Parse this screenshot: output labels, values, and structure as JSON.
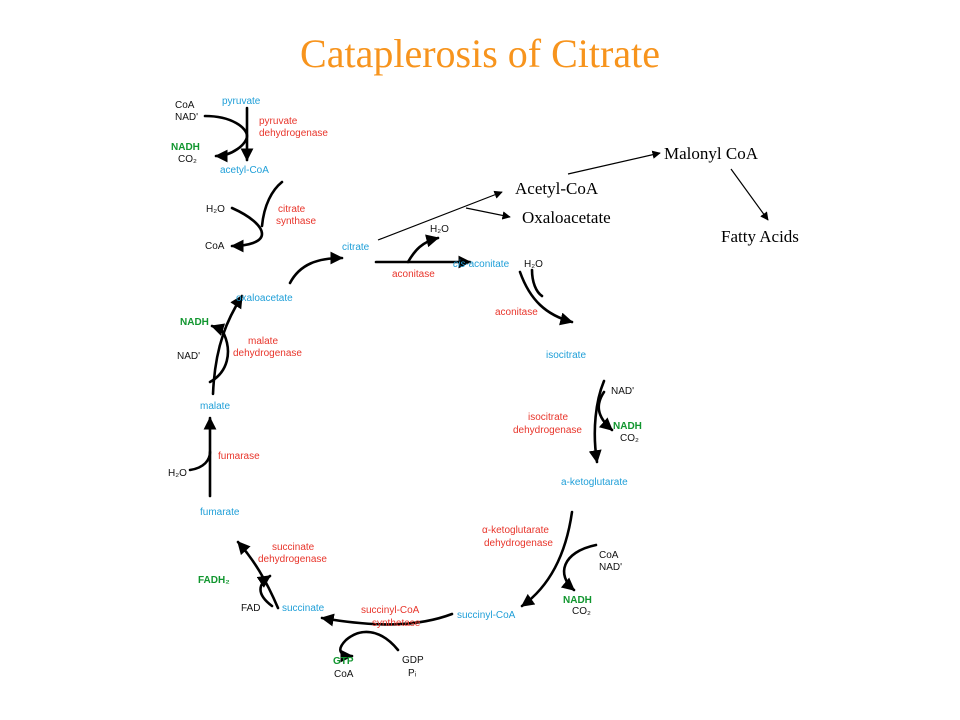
{
  "title": "Cataplerosis of Citrate",
  "colors": {
    "title": "#f7941d",
    "metabolite": "#1f9fd8",
    "enzyme": "#e8352b",
    "energy_carrier": "#11962f",
    "cofactor": "#111111"
  },
  "cataplerosis": {
    "acetyl_coa": "Acetyl-CoA",
    "oxaloacetate": "Oxaloacetate",
    "malonyl_coa": "Malonyl CoA",
    "fatty_acids": "Fatty Acids"
  },
  "cycle": {
    "metabolites": {
      "pyruvate": "pyruvate",
      "acetyl_coa": "acetyl-CoA",
      "citrate": "citrate",
      "cis_aconitate_prefix": "cis",
      "cis_aconitate_rest": "-aconitate",
      "isocitrate": "isocitrate",
      "a_ketoglutarate": "a-ketoglutarate",
      "succinyl_coa": "succinyl-CoA",
      "succinate": "succinate",
      "fumarate": "fumarate",
      "malate": "malate",
      "oxaloacetate": "oxaloacetate"
    },
    "enzymes": {
      "pyruvate_dh_1": "pyruvate",
      "pyruvate_dh_2": "dehydrogenase",
      "citrate_synthase_1": "citrate",
      "citrate_synthase_2": "synthase",
      "aconitase_1": "aconitase",
      "aconitase_2": "aconitase",
      "isocitrate_dh_1": "isocitrate",
      "isocitrate_dh_2": "dehydrogenase",
      "akg_dh_1": "α-ketoglutarate",
      "akg_dh_2": "dehydrogenase",
      "succinyl_synth_1": "succinyl-CoA",
      "succinyl_synth_2": "synthetase",
      "succinate_dh_1": "succinate",
      "succinate_dh_2": "dehydrogenase",
      "fumarase": "fumarase",
      "malate_dh_1": "malate",
      "malate_dh_2": "dehydrogenase"
    },
    "cofactors": {
      "coa_1": "CoA",
      "nad_1": "NAD'",
      "nadh_1": "NADH",
      "co2_1": "CO₂",
      "h2o_1": "H₂O",
      "coa_2": "CoA",
      "h2o_2": "H₂O",
      "h2o_3": "H₂O",
      "nad_2": "NAD'",
      "nadh_2": "NADH",
      "co2_2": "CO₂",
      "coa_3": "CoA",
      "nad_3": "NAD'",
      "nadh_3": "NADH",
      "co2_3": "CO₂",
      "gtp": "GTP",
      "coa_4": "CoA",
      "gdp": "GDP",
      "pi": "Pᵢ",
      "fadh2": "FADH₂",
      "fad": "FAD",
      "h2o_4": "H₂O",
      "nadh_4": "NADH",
      "nad_4": "NAD'"
    }
  }
}
